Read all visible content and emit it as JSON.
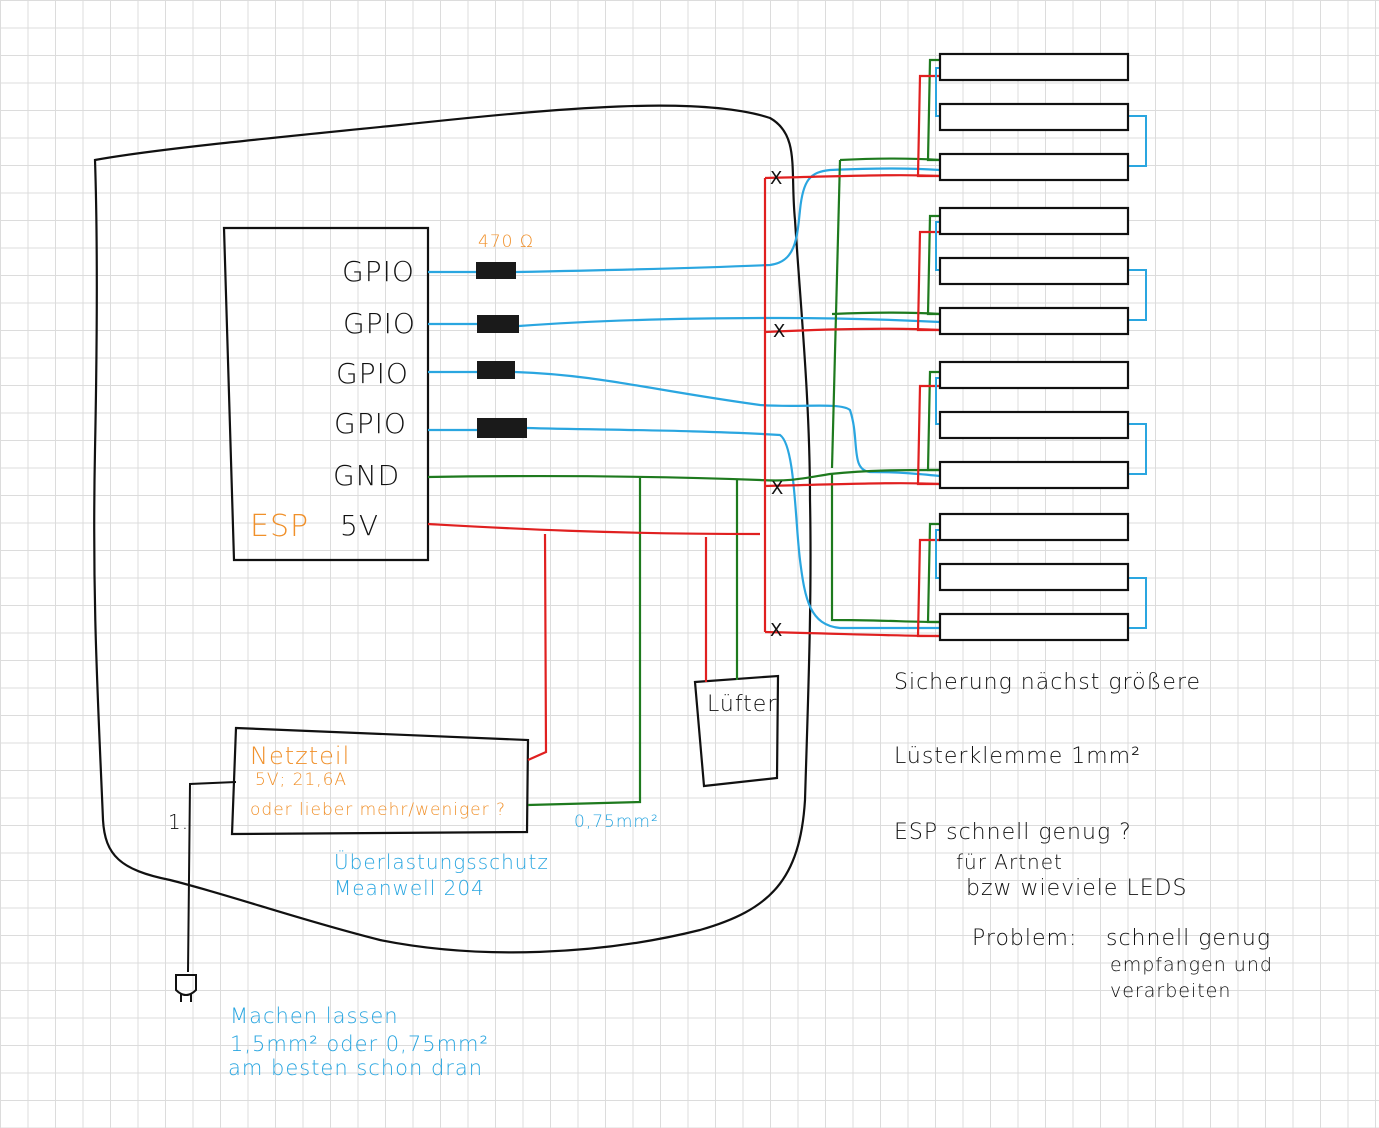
{
  "esp": {
    "label": "ESP",
    "pins": [
      "GPIO",
      "GPIO",
      "GPIO",
      "GPIO",
      "GND",
      "5V"
    ]
  },
  "resistor_label": "470 Ω",
  "power_supply": {
    "title": "Netzteil",
    "spec": "5V; 21,6A",
    "question": "oder lieber mehr/weniger ?"
  },
  "fan_label": "Lüfter",
  "wire_gauge_supply": "0,75mm²",
  "overload_protection": {
    "line1": "Überlastungsschutz",
    "line2": "Meanwell 204"
  },
  "plug_number": "1.",
  "cable_notes": {
    "line1": "Machen lassen",
    "line2": "1,5mm² oder 0,75mm²",
    "line3": "am besten schon dran"
  },
  "notes": {
    "fuse": "Sicherung nächst größere",
    "terminal": "Lüsterklemme 1mm²",
    "esp_line1": "ESP schnell genug ?",
    "esp_line2": "für Artnet",
    "esp_line3": "bzw wieviele LEDS",
    "problem_label": "Problem:",
    "problem_line1": "schnell genug",
    "problem_line2": "empfangen und",
    "problem_line3": "verarbeiten"
  },
  "fuse_mark": "X",
  "colors": {
    "data_wire": "#2aa6e0",
    "ground_wire": "#1e7a1e",
    "power_wire": "#e02020",
    "accent_orange": "#f0902a",
    "outline": "#111111"
  }
}
